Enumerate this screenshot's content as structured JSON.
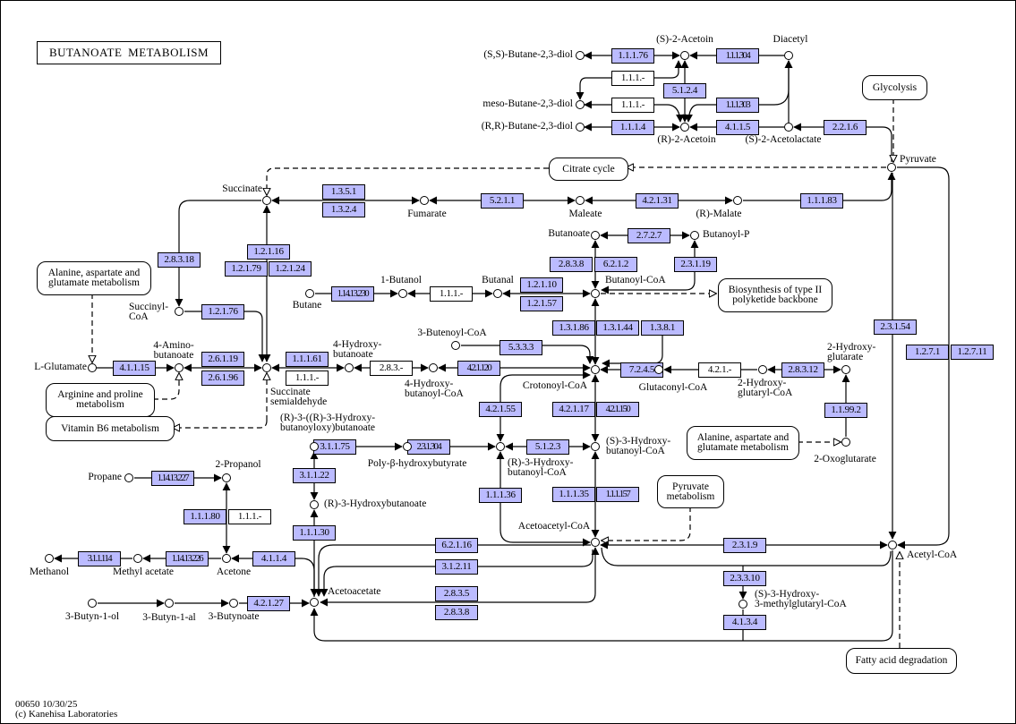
{
  "title": "BUTANOATE METABOLISM",
  "footer": {
    "id_date": "00650 10/30/25",
    "copyright": "(c) Kanehisa Laboratories"
  },
  "colors": {
    "highlighted_enzyme": "#bbbbff",
    "plain_enzyme": "#ffffff",
    "line": "#000000"
  },
  "enzymes": [
    {
      "label": "1.1.1.76",
      "highlighted": true
    },
    {
      "label": "1.1.1.304",
      "highlighted": true
    },
    {
      "label": "1.1.1.-",
      "highlighted": false
    },
    {
      "label": "5.1.2.4",
      "highlighted": true
    },
    {
      "label": "1.1.1.-",
      "highlighted": false
    },
    {
      "label": "1.1.1.303",
      "highlighted": true
    },
    {
      "label": "1.1.1.4",
      "highlighted": true
    },
    {
      "label": "4.1.1.5",
      "highlighted": true
    },
    {
      "label": "2.2.1.6",
      "highlighted": true
    },
    {
      "label": "1.3.5.1",
      "highlighted": true
    },
    {
      "label": "1.3.2.4",
      "highlighted": true
    },
    {
      "label": "5.2.1.1",
      "highlighted": true
    },
    {
      "label": "4.2.1.31",
      "highlighted": true
    },
    {
      "label": "1.1.1.83",
      "highlighted": true
    },
    {
      "label": "2.8.3.18",
      "highlighted": true
    },
    {
      "label": "1.2.1.16",
      "highlighted": true
    },
    {
      "label": "1.2.1.79",
      "highlighted": true
    },
    {
      "label": "1.2.1.24",
      "highlighted": true
    },
    {
      "label": "2.7.2.7",
      "highlighted": true
    },
    {
      "label": "2.8.3.8",
      "highlighted": true
    },
    {
      "label": "6.2.1.2",
      "highlighted": true
    },
    {
      "label": "2.3.1.19",
      "highlighted": true
    },
    {
      "label": "1.14.13.230",
      "highlighted": true
    },
    {
      "label": "1.1.1.-",
      "highlighted": false
    },
    {
      "label": "1.2.1.10",
      "highlighted": true
    },
    {
      "label": "1.2.1.57",
      "highlighted": true
    },
    {
      "label": "1.2.1.76",
      "highlighted": true
    },
    {
      "label": "1.3.1.86",
      "highlighted": true
    },
    {
      "label": "1.3.1.44",
      "highlighted": true
    },
    {
      "label": "1.3.8.1",
      "highlighted": true
    },
    {
      "label": "2.3.1.54",
      "highlighted": true
    },
    {
      "label": "1.2.7.1",
      "highlighted": true
    },
    {
      "label": "1.2.7.11",
      "highlighted": true
    },
    {
      "label": "5.3.3.3",
      "highlighted": true
    },
    {
      "label": "4.1.1.15",
      "highlighted": true
    },
    {
      "label": "2.6.1.19",
      "highlighted": true
    },
    {
      "label": "2.6.1.96",
      "highlighted": true
    },
    {
      "label": "1.1.1.61",
      "highlighted": true
    },
    {
      "label": "1.1.1.-",
      "highlighted": false
    },
    {
      "label": "2.8.3.-",
      "highlighted": false
    },
    {
      "label": "4.2.1.120",
      "highlighted": true
    },
    {
      "label": "7.2.4.5",
      "highlighted": true
    },
    {
      "label": "4.2.1.-",
      "highlighted": false
    },
    {
      "label": "2.8.3.12",
      "highlighted": true
    },
    {
      "label": "4.2.1.55",
      "highlighted": true
    },
    {
      "label": "4.2.1.17",
      "highlighted": true
    },
    {
      "label": "4.2.1.150",
      "highlighted": true
    },
    {
      "label": "1.1.99.2",
      "highlighted": true
    },
    {
      "label": "3.1.1.75",
      "highlighted": true
    },
    {
      "label": "2.3.1.304",
      "highlighted": true
    },
    {
      "label": "5.1.2.3",
      "highlighted": true
    },
    {
      "label": "3.1.1.22",
      "highlighted": true
    },
    {
      "label": "1.14.13.227",
      "highlighted": true
    },
    {
      "label": "1.1.1.80",
      "highlighted": true
    },
    {
      "label": "1.1.1.-",
      "highlighted": false
    },
    {
      "label": "1.1.1.36",
      "highlighted": true
    },
    {
      "label": "1.1.1.35",
      "highlighted": true
    },
    {
      "label": "1.1.1.157",
      "highlighted": true
    },
    {
      "label": "1.1.1.30",
      "highlighted": true
    },
    {
      "label": "6.2.1.16",
      "highlighted": true
    },
    {
      "label": "2.3.1.9",
      "highlighted": true
    },
    {
      "label": "3.1.1.114",
      "highlighted": true
    },
    {
      "label": "1.14.13.226",
      "highlighted": true
    },
    {
      "label": "4.1.1.4",
      "highlighted": true
    },
    {
      "label": "3.1.2.11",
      "highlighted": true
    },
    {
      "label": "2.3.3.10",
      "highlighted": true
    },
    {
      "label": "2.8.3.5",
      "highlighted": true
    },
    {
      "label": "4.2.1.27",
      "highlighted": true
    },
    {
      "label": "2.8.3.8",
      "highlighted": true
    },
    {
      "label": "4.1.3.4",
      "highlighted": true
    }
  ],
  "compounds": [
    {
      "name": "(S,S)-Butane-2,3-diol"
    },
    {
      "name": "(S)-2-Acetoin"
    },
    {
      "name": "Diacetyl"
    },
    {
      "name": "meso-Butane-2,3-diol"
    },
    {
      "name": "(R,R)-Butane-2,3-diol"
    },
    {
      "name": "(R)-2-Acetoin"
    },
    {
      "name": "(S)-2-Acetolactate"
    },
    {
      "name": "Pyruvate"
    },
    {
      "name": "Succinate"
    },
    {
      "name": "Fumarate"
    },
    {
      "name": "Maleate"
    },
    {
      "name": "(R)-Malate"
    },
    {
      "name": "Butanoate"
    },
    {
      "name": "Butanoyl-P"
    },
    {
      "name": "1-Butanol"
    },
    {
      "name": "Butanal"
    },
    {
      "name": "Butane"
    },
    {
      "name": "Butanoyl-CoA"
    },
    {
      "name": "Succinyl-\nCoA"
    },
    {
      "name": "4-Amino-\nbutanoate"
    },
    {
      "name": "L-Glutamate"
    },
    {
      "name": "Succinate\nsemialdehyde"
    },
    {
      "name": "4-Hydroxy-\nbutanoate"
    },
    {
      "name": "4-Hydroxy-\nbutanoyl-CoA"
    },
    {
      "name": "3-Butenoyl-CoA"
    },
    {
      "name": "Crotonoyl-CoA"
    },
    {
      "name": "Glutaconyl-CoA"
    },
    {
      "name": "2-Hydroxy-\nglutaryl-CoA"
    },
    {
      "name": "2-Hydroxy-\nglutarate"
    },
    {
      "name": "2-Oxoglutarate"
    },
    {
      "name": "(R)-3-((R)-3-Hydroxy-\nbutanoyloxy)butanoate"
    },
    {
      "name": "Poly-β-hydroxybutyrate"
    },
    {
      "name": "(R)-3-Hydroxy-\nbutanoyl-CoA"
    },
    {
      "name": "(S)-3-Hydroxy-\nbutanoyl-CoA"
    },
    {
      "name": "(R)-3-Hydroxybutanoate"
    },
    {
      "name": "Propane"
    },
    {
      "name": "2-Propanol"
    },
    {
      "name": "Acetoacetyl-CoA"
    },
    {
      "name": "Acetyl-CoA"
    },
    {
      "name": "Methanol"
    },
    {
      "name": "Methyl acetate"
    },
    {
      "name": "Acetone"
    },
    {
      "name": "Acetoacetate"
    },
    {
      "name": "3-Butyn-1-ol"
    },
    {
      "name": "3-Butyn-1-al"
    },
    {
      "name": "3-Butynoate"
    },
    {
      "name": "(S)-3-Hydroxy-\n3-methylglutaryl-CoA"
    }
  ],
  "maps": [
    {
      "name": "Glycolysis"
    },
    {
      "name": "Citrate cycle"
    },
    {
      "name": "Alanine, aspartate and\nglutamate metabolism"
    },
    {
      "name": "Biosynthesis of type II\npolyketide backbone"
    },
    {
      "name": "Arginine and proline\nmetabolism"
    },
    {
      "name": "Vitamin B6 metabolism"
    },
    {
      "name": "Alanine, aspartate and\nglutamate metabolism"
    },
    {
      "name": "Pyruvate\nmetabolism"
    },
    {
      "name": "Fatty acid degradation"
    }
  ]
}
